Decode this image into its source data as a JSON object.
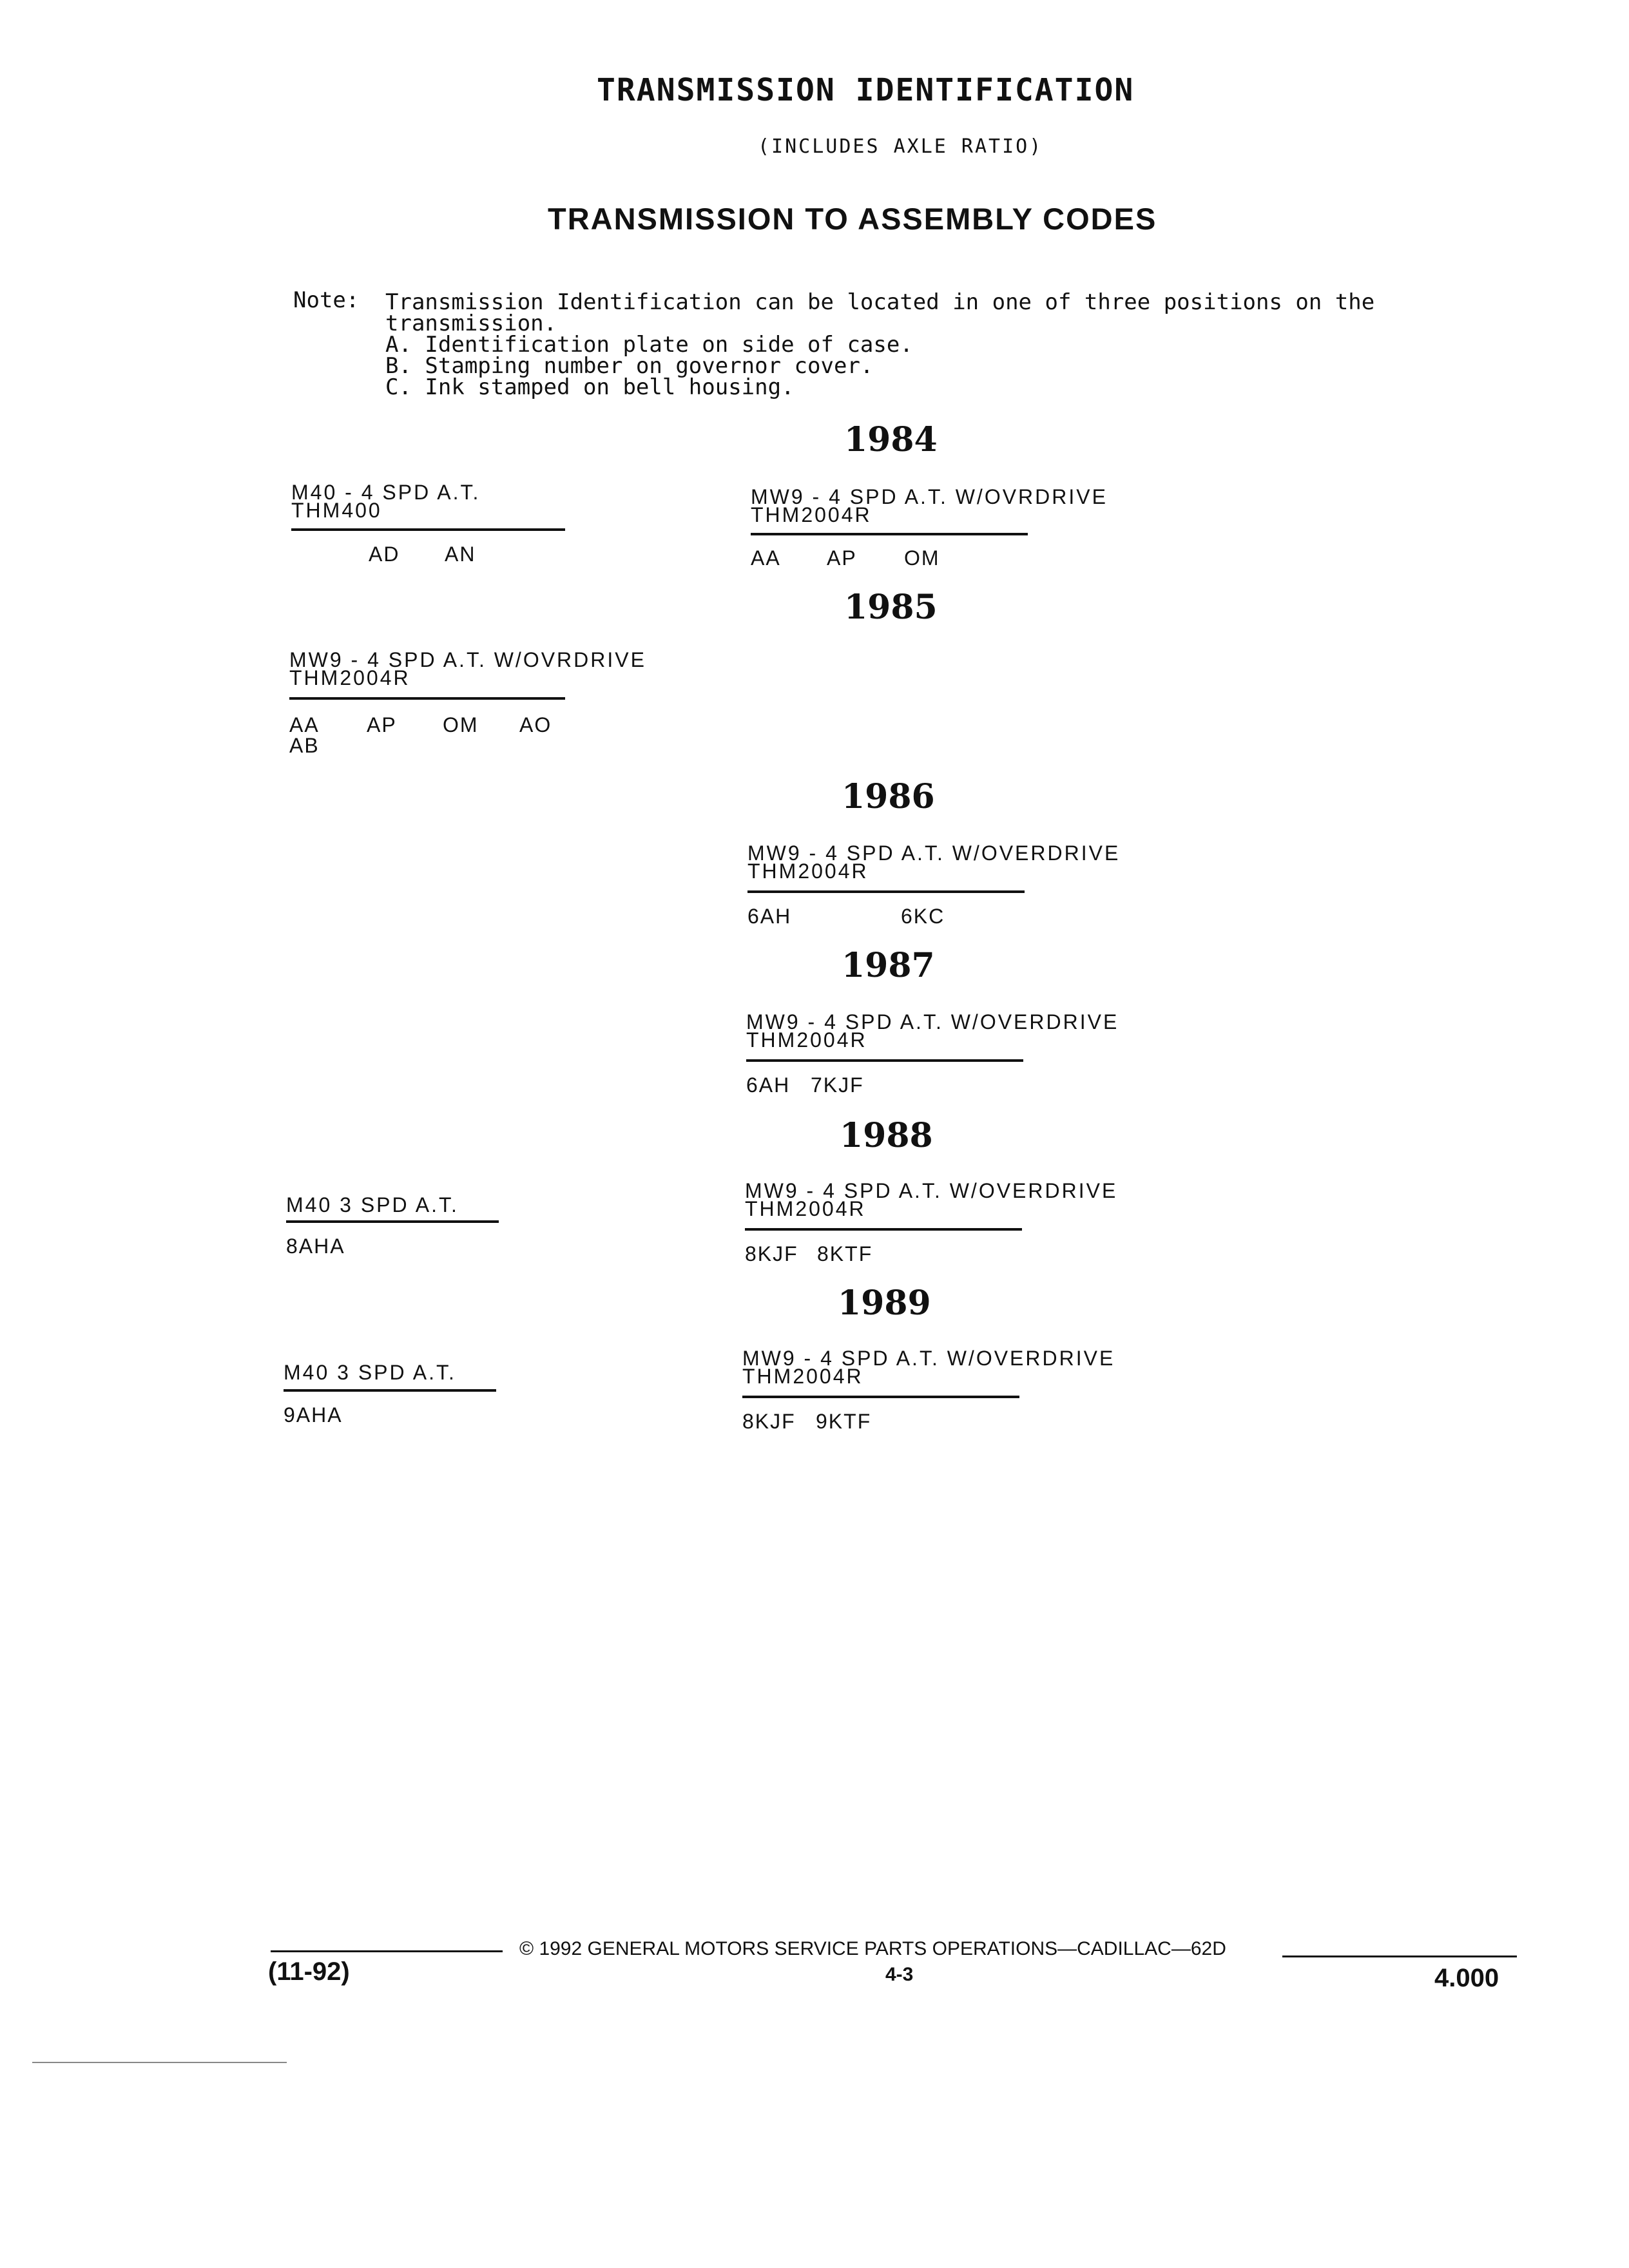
{
  "header": {
    "title": "TRANSMISSION IDENTIFICATION",
    "subtitle": "(INCLUDES AXLE RATIO)",
    "section_title": "TRANSMISSION TO ASSEMBLY CODES"
  },
  "note": {
    "label": "Note:",
    "line1": "Transmission Identification can be located in one of three positions on the",
    "line2": "transmission.",
    "items": [
      "A. Identification plate on side of case.",
      "B. Stamping number on governor cover.",
      "C. Ink stamped on bell housing."
    ]
  },
  "years": [
    {
      "year": "1984",
      "entries": [
        {
          "line1": "M40 - 4 SPD A.T.",
          "line2": "THM400",
          "codes": [
            "AD",
            "AN"
          ]
        },
        {
          "line1": "MW9 - 4 SPD A.T. W/OVRDRIVE",
          "line2": "THM2004R",
          "codes": [
            "AA",
            "AP",
            "OM"
          ]
        }
      ]
    },
    {
      "year": "1985",
      "entries": [
        {
          "line1": "MW9 - 4 SPD A.T. W/OVRDRIVE",
          "line2": "THM2004R",
          "codes": [
            "AA",
            "AP",
            "OM",
            "AO"
          ],
          "codes_row2": [
            "AB"
          ]
        }
      ]
    },
    {
      "year": "1986",
      "entries": [
        {
          "line1": "MW9 - 4 SPD A.T. W/OVERDRIVE",
          "line2": "THM2004R",
          "codes": [
            "6AH",
            "6KC"
          ]
        }
      ]
    },
    {
      "year": "1987",
      "entries": [
        {
          "line1": "MW9 - 4 SPD A.T. W/OVERDRIVE",
          "line2": "THM2004R",
          "codes": [
            "6AH",
            "7KJF"
          ]
        }
      ]
    },
    {
      "year": "1988",
      "entries": [
        {
          "line1": "M40 3 SPD A.T.",
          "codes": [
            "8AHA"
          ]
        },
        {
          "line1": "MW9 - 4 SPD A.T. W/OVERDRIVE",
          "line2": "THM2004R",
          "codes": [
            "8KJF",
            "8KTF"
          ]
        }
      ]
    },
    {
      "year": "1989",
      "entries": [
        {
          "line1": "M40 3 SPD A.T.",
          "codes": [
            "9AHA"
          ]
        },
        {
          "line1": "MW9 - 4 SPD A.T. W/OVERDRIVE",
          "line2": "THM2004R",
          "codes": [
            "8KJF",
            "9KTF"
          ]
        }
      ]
    }
  ],
  "footer": {
    "date": "(11-92)",
    "copyright": "© 1992 GENERAL MOTORS SERVICE PARTS OPERATIONS—CADILLAC—62D",
    "page": "4-3",
    "doc_number": "4.000"
  }
}
